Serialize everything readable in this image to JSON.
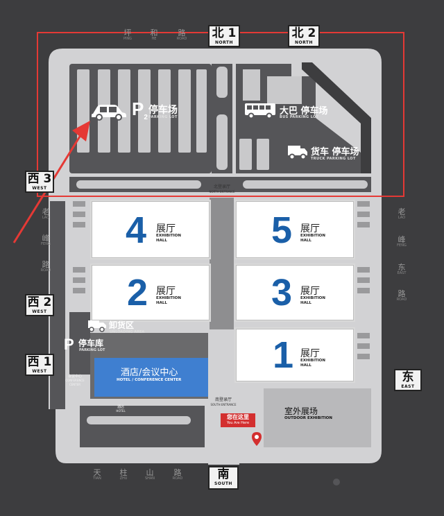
{
  "gates": {
    "north1": {
      "cn": "北 1",
      "en": "NORTH"
    },
    "north2": {
      "cn": "北 2",
      "en": "NORTH"
    },
    "west3": {
      "cn": "西 3",
      "en": "WEST"
    },
    "west2": {
      "cn": "西 2",
      "en": "WEST"
    },
    "west1": {
      "cn": "西 1",
      "en": "WEST"
    },
    "east": {
      "cn": "东",
      "en": "EAST"
    },
    "south": {
      "cn": "南",
      "en": "SOUTH"
    }
  },
  "roads": {
    "north_road": [
      {
        "cn": "坪",
        "en": "PING"
      },
      {
        "cn": "和",
        "en": "HE"
      },
      {
        "cn": "路",
        "en": "ROAD"
      }
    ],
    "west_road": [
      {
        "cn": "老",
        "en": "LAO"
      },
      {
        "cn": "峰",
        "en": "FENG"
      },
      {
        "cn": "路",
        "en": "ROAD"
      }
    ],
    "east_road": [
      {
        "cn": "老",
        "en": "LAO"
      },
      {
        "cn": "峰",
        "en": "FENG"
      },
      {
        "cn": "东",
        "en": "EAST"
      },
      {
        "cn": "路",
        "en": "ROAD"
      }
    ],
    "south_road": [
      {
        "cn": "天",
        "en": "TIAN"
      },
      {
        "cn": "柱",
        "en": "ZHU"
      },
      {
        "cn": "山",
        "en": "SHAN"
      },
      {
        "cn": "路",
        "en": "ROAD"
      }
    ]
  },
  "parking": {
    "p2": {
      "letter": "P",
      "sub": "2",
      "cn": "停车场",
      "en": "PARKING LOT"
    },
    "bus": {
      "cn": "大巴 停车场",
      "en": "BUS PARKING LOT"
    },
    "truck": {
      "cn": "货车 停车场",
      "en": "TRUCK PARKING LOT"
    },
    "garage": {
      "letter": "P",
      "cn": "停车库",
      "en": "PARKING LOT"
    }
  },
  "halls": [
    {
      "num": "4",
      "cn": "展厅",
      "en1": "EXHIBITION",
      "en2": "HALL"
    },
    {
      "num": "5",
      "cn": "展厅",
      "en1": "EXHIBITION",
      "en2": "HALL"
    },
    {
      "num": "2",
      "cn": "展厅",
      "en1": "EXHIBITION",
      "en2": "HALL"
    },
    {
      "num": "3",
      "cn": "展厅",
      "en1": "EXHIBITION",
      "en2": "HALL"
    },
    {
      "num": "1",
      "cn": "展厅",
      "en1": "EXHIBITION",
      "en2": "HALL"
    }
  ],
  "areas": {
    "north_entrance": {
      "cn": "北登录厅",
      "en": "NORTH ENTRANCE"
    },
    "unloading": {
      "cn": "卸货区",
      "en": "UNLOADING AREA"
    },
    "hotel": {
      "cn": "酒店/会议中心",
      "en": "HOTEL / CONFERENCE CENTER"
    },
    "conference_small": {
      "cn": "会议中心",
      "en": "CONFERENCE CENTER"
    },
    "hotel_small": {
      "cn": "酒店",
      "en": "HOTEL"
    },
    "south_entrance": {
      "cn": "南登录厅",
      "en": "SOUTH ENTRANCE"
    },
    "outdoor": {
      "cn": "室外展场",
      "en": "OUTDOOR EXHIBITION"
    },
    "you_are_here": {
      "cn": "您在这里",
      "en": "You Are Here"
    }
  },
  "colors": {
    "background": "#3d3d3f",
    "site": "#d3d3d5",
    "hall_number": "#1a5fa8",
    "highlight_box": "#e53935",
    "hotel": "#3f7fd0",
    "you_are_here": "#d32f2f"
  }
}
